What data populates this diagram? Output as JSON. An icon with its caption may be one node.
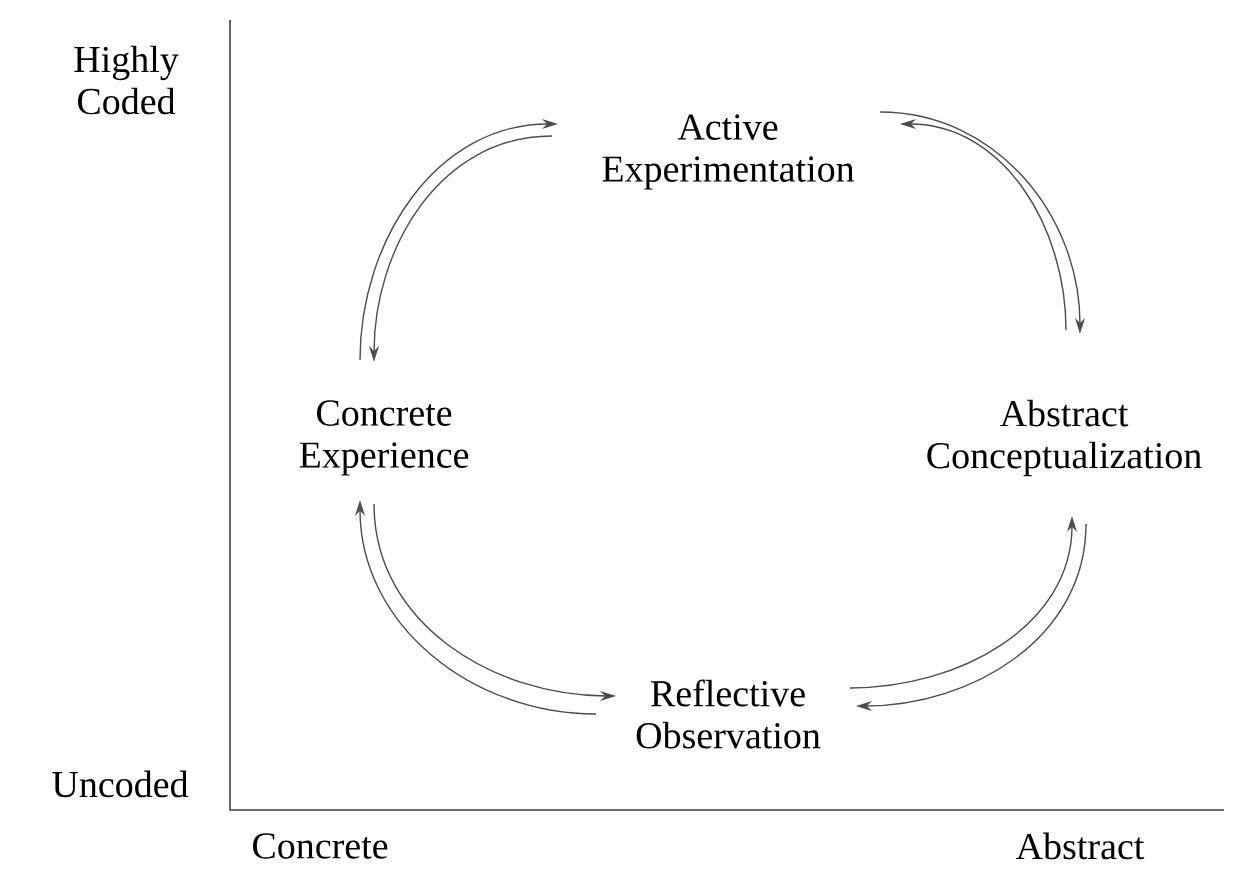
{
  "diagram": {
    "nodes": [
      {
        "text": [
          "Active Experimentation"
        ]
      },
      {
        "text": [
          "Concrete Experience"
        ]
      },
      {
        "text": [
          "Abstract Conceptualization"
        ]
      },
      {
        "text": [
          "Reflective Observation"
        ]
      }
    ],
    "edges": [
      {
        "from": 1,
        "to": 0,
        "arrow": "to"
      },
      {
        "from": 0,
        "to": 1,
        "arrow": "to"
      },
      {
        "from": 0,
        "to": 2,
        "arrow": "to"
      },
      {
        "from": 2,
        "to": 0,
        "arrow": "to"
      },
      {
        "from": 3,
        "to": 1,
        "arrow": "to"
      },
      {
        "from": 1,
        "to": 3,
        "arrow": "to"
      },
      {
        "from": 3,
        "to": 2,
        "arrow": "to"
      },
      {
        "from": 2,
        "to": 3,
        "arrow": "to"
      }
    ],
    "labels": [
      "Highly Coded",
      "Uncoded",
      "Concrete",
      "Abstract"
    ]
  }
}
